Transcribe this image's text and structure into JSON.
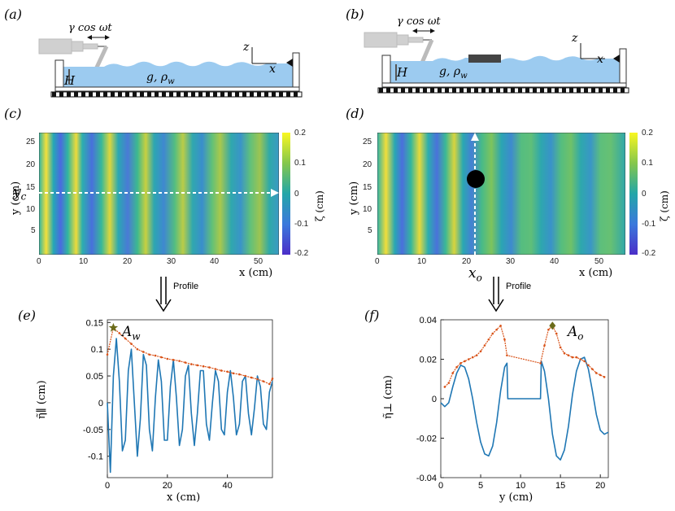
{
  "panels": {
    "a": "(a)",
    "b": "(b)",
    "c": "(c)",
    "d": "(d)",
    "e": "(e)",
    "f": "(f)"
  },
  "schematic": {
    "forcing": "γ cos ωt",
    "depth": "H",
    "gravity_density": "g, ρ",
    "gravity_density_sub": "w",
    "z_axis": "z",
    "x_axis": "x"
  },
  "fields": {
    "c": {
      "xlabel": "x (cm)",
      "ylabel": "y (cm)",
      "xticks": [
        "0",
        "10",
        "20",
        "30",
        "40",
        "50"
      ],
      "yticks": [
        "5",
        "10",
        "15",
        "20",
        "25"
      ],
      "marker": "y",
      "marker_sub": "c",
      "colorbar_label": "ζ (cm)",
      "colorbar_ticks": [
        "0.2",
        "0.1",
        "0",
        "-0.1",
        "-0.2"
      ]
    },
    "d": {
      "xlabel": "x (cm)",
      "ylabel": "y (cm)",
      "xticks": [
        "0",
        "10",
        "20",
        "30",
        "40",
        "50"
      ],
      "yticks": [
        "5",
        "10",
        "15",
        "20",
        "25"
      ],
      "marker": "x",
      "marker_sub": "o",
      "colorbar_label": "ζ (cm)",
      "colorbar_ticks": [
        "0.2",
        "0.1",
        "0",
        "-0.1",
        "-0.2"
      ]
    }
  },
  "arrows": {
    "left": "Profile",
    "right": "Profile"
  },
  "chart_data": [
    {
      "type": "line",
      "panel": "e",
      "xlabel": "x  (cm)",
      "ylabel": "η̃∥ (cm)",
      "xlim": [
        0,
        55
      ],
      "ylim": [
        -0.14,
        0.155
      ],
      "xticks": [
        "0",
        "20",
        "40"
      ],
      "yticks": [
        "0.15",
        "0.1",
        "0.05",
        "0",
        "-0.05",
        "-0.1"
      ],
      "annotation": "A",
      "annotation_sub": "w",
      "series": [
        {
          "kind": "signal",
          "color": "#1f77b4",
          "x": [
            0,
            1,
            2,
            3,
            4,
            5,
            6,
            7,
            8,
            9,
            10,
            11,
            12,
            13,
            14,
            15,
            16,
            17,
            18,
            19,
            20,
            21,
            22,
            23,
            24,
            25,
            26,
            27,
            28,
            29,
            30,
            31,
            32,
            33,
            34,
            35,
            36,
            37,
            38,
            39,
            40,
            41,
            42,
            43,
            44,
            45,
            46,
            47,
            48,
            49,
            50,
            51,
            52,
            53,
            54,
            55
          ],
          "y": [
            0.0,
            -0.13,
            0.05,
            0.12,
            0.04,
            -0.09,
            -0.07,
            0.06,
            0.1,
            0.0,
            -0.1,
            -0.03,
            0.09,
            0.07,
            -0.05,
            -0.09,
            0.01,
            0.08,
            0.04,
            -0.07,
            -0.07,
            0.03,
            0.08,
            0.01,
            -0.08,
            -0.05,
            0.05,
            0.07,
            -0.02,
            -0.08,
            -0.02,
            0.06,
            0.06,
            -0.04,
            -0.07,
            0.0,
            0.06,
            0.04,
            -0.05,
            -0.06,
            0.02,
            0.06,
            0.01,
            -0.06,
            -0.04,
            0.04,
            0.05,
            -0.02,
            -0.06,
            -0.01,
            0.05,
            0.03,
            -0.04,
            -0.05,
            0.02,
            0.04
          ]
        },
        {
          "kind": "envelope",
          "color": "#d95319",
          "x": [
            0,
            2,
            4,
            6,
            8,
            10,
            12,
            14,
            16,
            18,
            20,
            22,
            24,
            26,
            28,
            30,
            32,
            34,
            36,
            38,
            40,
            42,
            44,
            46,
            48,
            50,
            52,
            54,
            55
          ],
          "y": [
            0.09,
            0.14,
            0.13,
            0.12,
            0.11,
            0.1,
            0.095,
            0.09,
            0.088,
            0.085,
            0.082,
            0.08,
            0.078,
            0.075,
            0.072,
            0.07,
            0.068,
            0.066,
            0.063,
            0.06,
            0.058,
            0.055,
            0.053,
            0.05,
            0.047,
            0.044,
            0.04,
            0.035,
            0.045
          ]
        }
      ]
    },
    {
      "type": "line",
      "panel": "f",
      "xlabel": "y  (cm)",
      "ylabel": "η̃⊥ (cm)",
      "xlim": [
        0,
        21
      ],
      "ylim": [
        -0.04,
        0.04
      ],
      "xticks": [
        "0",
        "5",
        "10",
        "15",
        "20"
      ],
      "yticks": [
        "0.04",
        "0.02",
        "0",
        "-0.02",
        "-0.04"
      ],
      "annotation": "A",
      "annotation_sub": "o",
      "series": [
        {
          "kind": "signal",
          "color": "#1f77b4",
          "x": [
            0,
            0.5,
            1,
            1.5,
            2,
            2.5,
            3,
            3.5,
            4,
            4.5,
            5,
            5.5,
            6,
            6.5,
            7,
            7.5,
            8,
            8.3,
            8.4,
            12.5,
            12.6,
            13,
            13.5,
            14,
            14.5,
            15,
            15.5,
            16,
            16.5,
            17,
            17.5,
            18,
            18.5,
            19,
            19.5,
            20,
            20.5,
            21
          ],
          "y": [
            -0.002,
            -0.004,
            -0.002,
            0.006,
            0.013,
            0.017,
            0.016,
            0.01,
            0.0,
            -0.012,
            -0.022,
            -0.028,
            -0.029,
            -0.024,
            -0.012,
            0.004,
            0.016,
            0.018,
            0.0,
            0.0,
            0.019,
            0.014,
            0.0,
            -0.018,
            -0.029,
            -0.031,
            -0.026,
            -0.014,
            0.002,
            0.014,
            0.02,
            0.021,
            0.015,
            0.004,
            -0.008,
            -0.016,
            -0.018,
            -0.017
          ]
        },
        {
          "kind": "envelope",
          "color": "#d95319",
          "x": [
            0.5,
            1,
            1.5,
            2,
            2.5,
            3,
            3.5,
            4,
            4.5,
            5,
            5.5,
            6,
            6.5,
            7,
            7.5,
            8,
            8.3,
            12.5,
            13,
            13.5,
            14,
            14.5,
            15,
            15.5,
            16,
            16.5,
            17,
            17.5,
            18,
            18.5,
            19,
            19.5,
            20,
            20.5
          ],
          "y": [
            0.006,
            0.008,
            0.013,
            0.016,
            0.018,
            0.019,
            0.02,
            0.021,
            0.022,
            0.024,
            0.027,
            0.03,
            0.033,
            0.035,
            0.037,
            0.03,
            0.022,
            0.018,
            0.027,
            0.035,
            0.037,
            0.033,
            0.026,
            0.023,
            0.022,
            0.021,
            0.021,
            0.02,
            0.019,
            0.017,
            0.015,
            0.013,
            0.012,
            0.011
          ]
        }
      ]
    }
  ]
}
